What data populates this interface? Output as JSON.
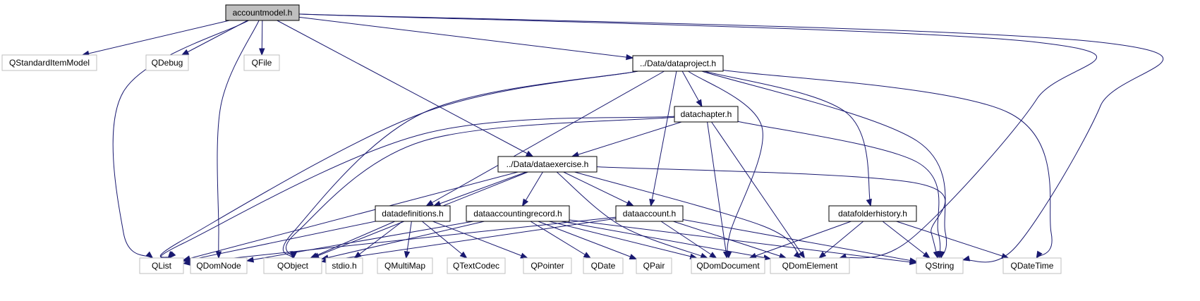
{
  "diagram": {
    "type": "include-dependency-graph",
    "colors": {
      "edge": "#191970",
      "external_border": "#bfbfbf",
      "project_border": "#000000",
      "root_fill": "#bfbfbf"
    },
    "nodes": [
      {
        "id": "accountmodel",
        "label": "accountmodel.h",
        "kind": "root"
      },
      {
        "id": "qstandarditemmodel",
        "label": "QStandardItemModel",
        "kind": "external"
      },
      {
        "id": "qdebug",
        "label": "QDebug",
        "kind": "external"
      },
      {
        "id": "qfile",
        "label": "QFile",
        "kind": "external"
      },
      {
        "id": "dataproject",
        "label": "../Data/dataproject.h",
        "kind": "project"
      },
      {
        "id": "datachapter",
        "label": "datachapter.h",
        "kind": "project"
      },
      {
        "id": "dataexercise",
        "label": "../Data/dataexercise.h",
        "kind": "project"
      },
      {
        "id": "datadefinitions",
        "label": "datadefinitions.h",
        "kind": "project"
      },
      {
        "id": "dataaccountingrecord",
        "label": "dataaccountingrecord.h",
        "kind": "project"
      },
      {
        "id": "dataaccount",
        "label": "dataaccount.h",
        "kind": "project"
      },
      {
        "id": "datafolderhistory",
        "label": "datafolderhistory.h",
        "kind": "project"
      },
      {
        "id": "qlist",
        "label": "QList",
        "kind": "external"
      },
      {
        "id": "qdomnode",
        "label": "QDomNode",
        "kind": "external"
      },
      {
        "id": "qobject",
        "label": "QObject",
        "kind": "external"
      },
      {
        "id": "stdio",
        "label": "stdio.h",
        "kind": "external"
      },
      {
        "id": "qmultimap",
        "label": "QMultiMap",
        "kind": "external"
      },
      {
        "id": "qtextcodec",
        "label": "QTextCodec",
        "kind": "external"
      },
      {
        "id": "qpointer",
        "label": "QPointer",
        "kind": "external"
      },
      {
        "id": "qdate",
        "label": "QDate",
        "kind": "external"
      },
      {
        "id": "qpair",
        "label": "QPair",
        "kind": "external"
      },
      {
        "id": "qdomdocument",
        "label": "QDomDocument",
        "kind": "external"
      },
      {
        "id": "qdomelement",
        "label": "QDomElement",
        "kind": "external"
      },
      {
        "id": "qstring",
        "label": "QString",
        "kind": "external"
      },
      {
        "id": "qdatetime",
        "label": "QDateTime",
        "kind": "external"
      }
    ],
    "edges": [
      [
        "accountmodel",
        "qstandarditemmodel"
      ],
      [
        "accountmodel",
        "qdebug"
      ],
      [
        "accountmodel",
        "qfile"
      ],
      [
        "accountmodel",
        "dataproject"
      ],
      [
        "accountmodel",
        "dataexercise"
      ],
      [
        "accountmodel",
        "qlist"
      ],
      [
        "accountmodel",
        "qdomnode"
      ],
      [
        "accountmodel",
        "qdomelement"
      ],
      [
        "accountmodel",
        "qstring"
      ],
      [
        "dataproject",
        "datachapter"
      ],
      [
        "dataproject",
        "datadefinitions"
      ],
      [
        "dataproject",
        "dataaccount"
      ],
      [
        "dataproject",
        "datafolderhistory"
      ],
      [
        "dataproject",
        "qlist"
      ],
      [
        "dataproject",
        "qobject"
      ],
      [
        "dataproject",
        "qdomdocument"
      ],
      [
        "dataproject",
        "qstring"
      ],
      [
        "dataproject",
        "qdatetime"
      ],
      [
        "datachapter",
        "dataexercise"
      ],
      [
        "datachapter",
        "qlist"
      ],
      [
        "datachapter",
        "qobject"
      ],
      [
        "datachapter",
        "qdomdocument"
      ],
      [
        "datachapter",
        "qdomelement"
      ],
      [
        "datachapter",
        "qstring"
      ],
      [
        "dataexercise",
        "datadefinitions"
      ],
      [
        "dataexercise",
        "dataaccountingrecord"
      ],
      [
        "dataexercise",
        "dataaccount"
      ],
      [
        "dataexercise",
        "qlist"
      ],
      [
        "dataexercise",
        "qobject"
      ],
      [
        "dataexercise",
        "qdomdocument"
      ],
      [
        "dataexercise",
        "qdomelement"
      ],
      [
        "dataexercise",
        "qstring"
      ],
      [
        "datadefinitions",
        "qlist"
      ],
      [
        "datadefinitions",
        "qobject"
      ],
      [
        "datadefinitions",
        "stdio"
      ],
      [
        "datadefinitions",
        "qmultimap"
      ],
      [
        "datadefinitions",
        "qtextcodec"
      ],
      [
        "datadefinitions",
        "qpointer"
      ],
      [
        "dataaccountingrecord",
        "qdomnode"
      ],
      [
        "dataaccountingrecord",
        "qobject"
      ],
      [
        "dataaccountingrecord",
        "qdate"
      ],
      [
        "dataaccountingrecord",
        "qpair"
      ],
      [
        "dataaccountingrecord",
        "qdomdocument"
      ],
      [
        "dataaccountingrecord",
        "qdomelement"
      ],
      [
        "dataaccountingrecord",
        "qstring"
      ],
      [
        "dataaccount",
        "qlist"
      ],
      [
        "dataaccount",
        "qobject"
      ],
      [
        "dataaccount",
        "qdomdocument"
      ],
      [
        "dataaccount",
        "qdomelement"
      ],
      [
        "dataaccount",
        "qstring"
      ],
      [
        "datafolderhistory",
        "qdomdocument"
      ],
      [
        "datafolderhistory",
        "qdomelement"
      ],
      [
        "datafolderhistory",
        "qstring"
      ],
      [
        "datafolderhistory",
        "qdatetime"
      ]
    ]
  }
}
